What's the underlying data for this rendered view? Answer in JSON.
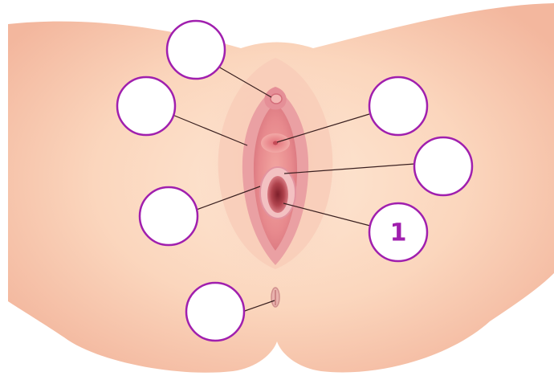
{
  "colors": {
    "circle_stroke": "#a01fae",
    "label_text": "#a01fae",
    "leader_line": "#3a2020",
    "skin_light": "#fde3cf",
    "skin_dark": "#f2b39a",
    "tissue_pink": "#e98f93",
    "tissue_deep": "#b0434d"
  },
  "labels": [
    {
      "id": "label-top",
      "text": ""
    },
    {
      "id": "label-upper-left",
      "text": ""
    },
    {
      "id": "label-mid-left",
      "text": ""
    },
    {
      "id": "label-upper-right",
      "text": ""
    },
    {
      "id": "label-mid-right",
      "text": ""
    },
    {
      "id": "label-lower-right",
      "text": "1"
    },
    {
      "id": "label-bottom",
      "text": ""
    }
  ]
}
